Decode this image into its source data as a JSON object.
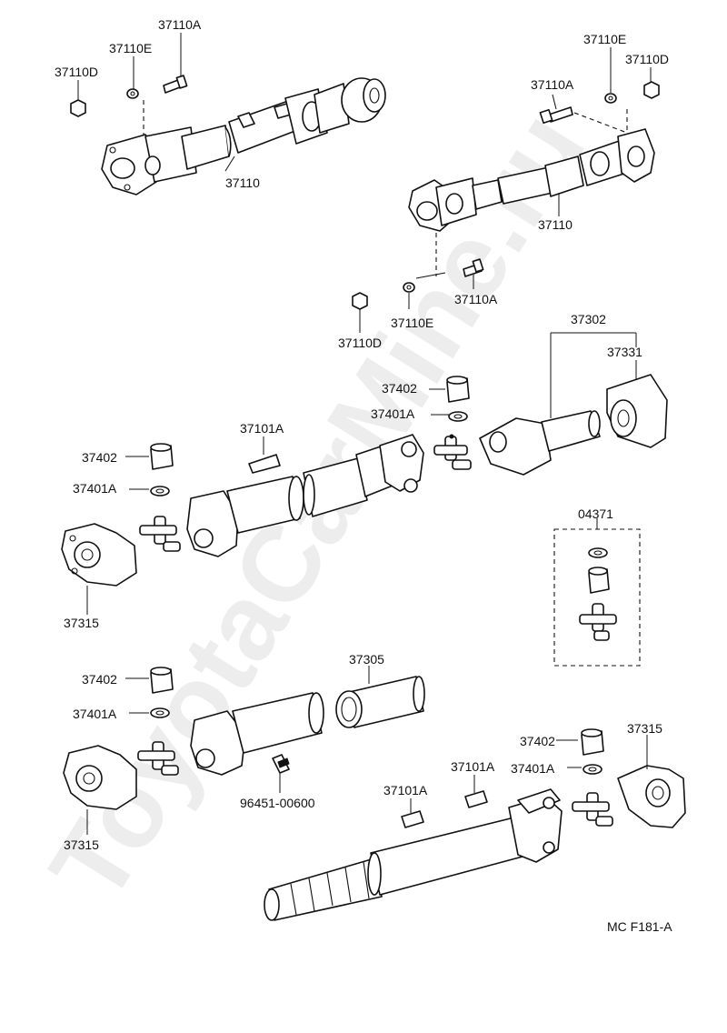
{
  "watermark": "ToyotaCarMine.ru",
  "figure_code": "MC  F181-A",
  "parts": {
    "shaft_assembly": "37110",
    "bolt": "37110A",
    "washer": "37110E",
    "nut": "37110D",
    "sleeve_yoke_assembly": "37302",
    "dust_cover": "37331",
    "bearing": "37402",
    "snap_ring": "37401A",
    "balance_piece": "37101A",
    "flange": "37315",
    "sleeve_yoke": "37305",
    "grease_fitting": "96451-00600",
    "spider_kit": "04371"
  }
}
